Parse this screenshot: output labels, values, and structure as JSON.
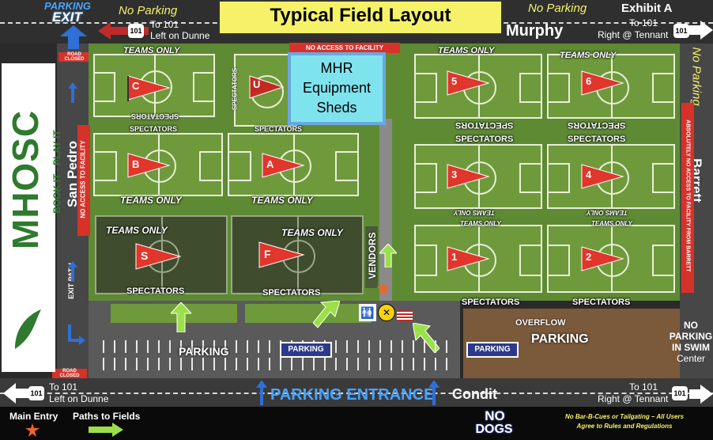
{
  "header": {
    "title": "Typical Field Layout",
    "exhibit": "Exhibit A",
    "no_parking_top_left": "No Parking",
    "no_parking_top_right": "No Parking",
    "no_parking_right": "No Parking",
    "parking_exit_line1": "PARKING",
    "parking_exit_line2": "EXIT"
  },
  "roads": {
    "murphy": "Murphy",
    "condit": "Condit",
    "san_pedro": "San Pedro",
    "barrett": "Barrett",
    "top_left_dir_line1": "To 101",
    "top_left_dir_line2": "Left on Dunne",
    "top_right_dir_line1": "To 101",
    "top_right_dir_line2": "Right @ Tennant",
    "bottom_left_dir_line1": "To 101",
    "bottom_left_dir_line2": "Left on Dunne",
    "bottom_right_dir_line1": "To 101",
    "bottom_right_dir_line2": "Right @ Tennant",
    "highway_badge": "101",
    "road_closed": "ROAD CLOSED",
    "exit_path": "EXIT PATH",
    "parking_entrance": "PARKING ENTRANCE"
  },
  "brand": {
    "logo": "MHOSC",
    "tagline": "BOOK IT - PLAY IT"
  },
  "fields": [
    {
      "id": "C",
      "teams_only": "TEAMS ONLY",
      "spectators": "SPECTATORS"
    },
    {
      "id": "U",
      "spectators": "SPECTATORS"
    },
    {
      "id": "B",
      "teams_only": "TEAMS ONLY",
      "spectators": "SPECTATORS"
    },
    {
      "id": "A",
      "teams_only": "TEAMS ONLY",
      "spectators": "SPECTATORS"
    },
    {
      "id": "S",
      "teams_only": "TEAMS ONLY",
      "spectators": "SPECTATORS"
    },
    {
      "id": "F",
      "teams_only": "TEAMS ONLY",
      "spectators": "SPECTATORS"
    },
    {
      "id": "5",
      "teams_only": "TEAMS ONLY",
      "spectators": "SPECTATORS"
    },
    {
      "id": "6",
      "teams_only": "TEAMS ONLY",
      "spectators": "SPECTATORS"
    },
    {
      "id": "3",
      "teams_only": "TEAMS ONLY",
      "spectators": "SPECTATORS"
    },
    {
      "id": "4",
      "teams_only": "TEAMS ONLY",
      "spectators": "SPECTATORS"
    },
    {
      "id": "1",
      "teams_only": "TEAMS ONLY",
      "spectators": "SPECTATORS"
    },
    {
      "id": "2",
      "teams_only": "TEAMS ONLY",
      "spectators": "SPECTATORS"
    }
  ],
  "facility": {
    "sheds_line1": "MHR",
    "sheds_line2": "Equipment",
    "sheds_line3": "Sheds",
    "no_access": "NO ACCESS TO FACILITY",
    "no_access_barrett": "ABSOLUTELY NO ACCESS TO FACILITY FROM BARRETT",
    "vendors": "VENDORS",
    "overflow": "OVERFLOW",
    "parking": "PARKING",
    "no_parking_swim_line1": "NO",
    "no_parking_swim_line2": "PARKING",
    "no_parking_swim_line3": "IN SWIM",
    "no_parking_swim_line4": "Center"
  },
  "legend": {
    "main_entry": "Main Entry",
    "paths_to_fields": "Paths to Fields",
    "no_dogs_line1": "NO",
    "no_dogs_line2": "DOGS",
    "rules_line1": "No Bar-B-Cues or Tailgating – All Users",
    "rules_line2": "Agree to Rules and Regulations"
  },
  "colors": {
    "grass": "#6f9a3c",
    "turf": "#3f4d2e",
    "flag": "#e0362c",
    "title_bg": "#f5f26a",
    "shed_bg": "#7fe3ee",
    "road": "#3a3a3a",
    "arrow_green": "#9be04a",
    "sign_blue": "#2d3a8c"
  }
}
